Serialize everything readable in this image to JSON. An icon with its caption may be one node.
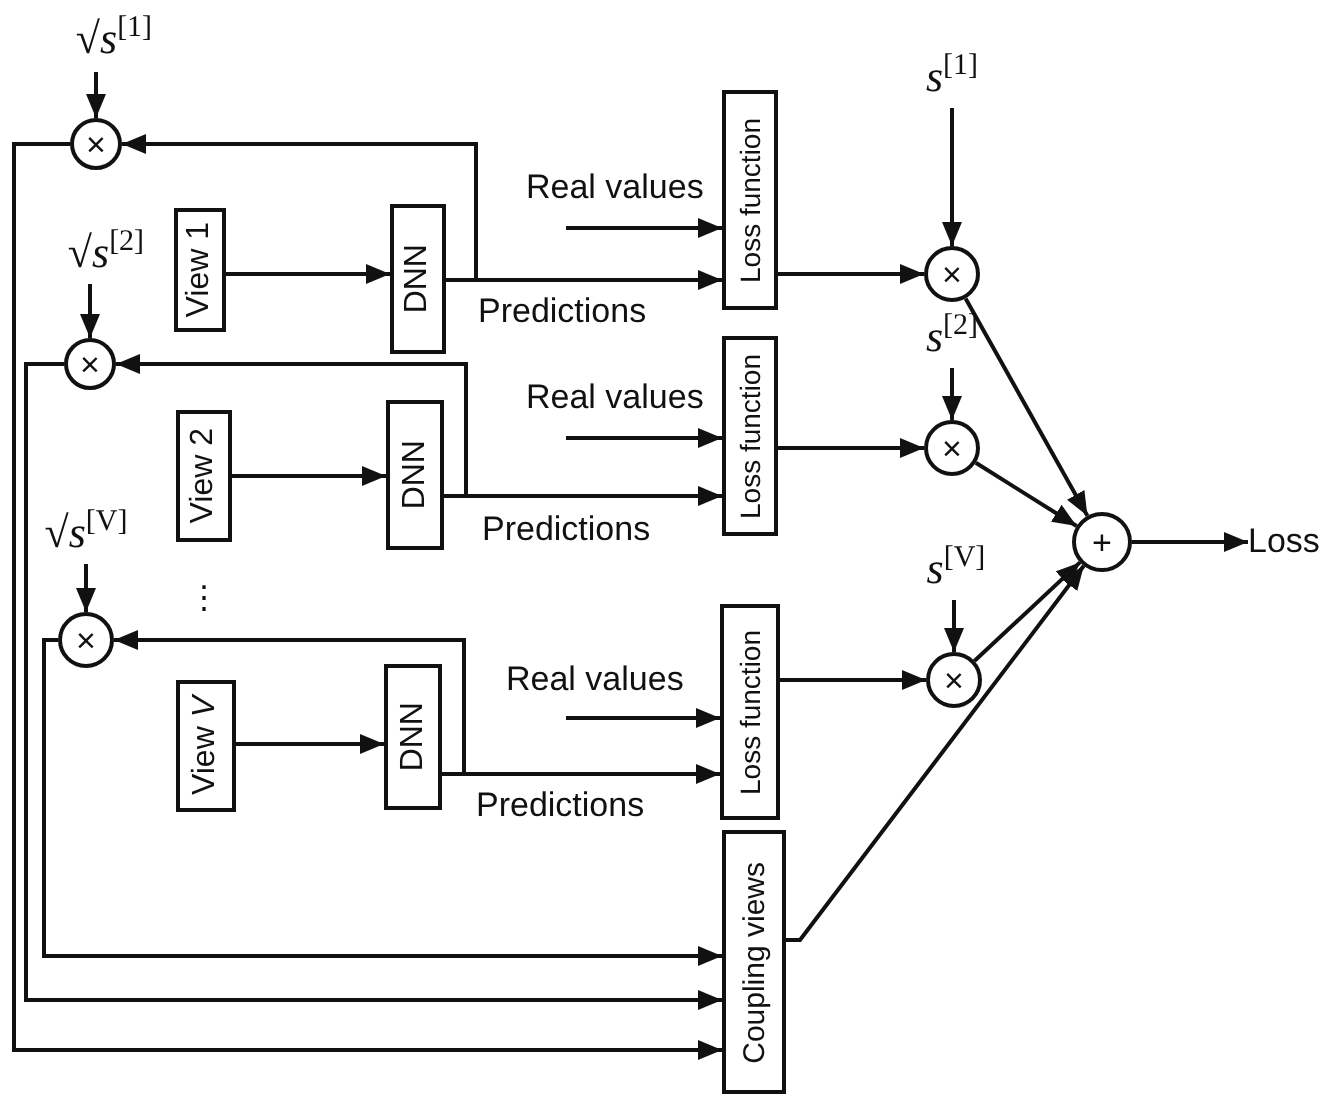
{
  "diagram": {
    "nodes": [
      {
        "text": [
          "√*s*$^{[1]}$"
        ]
      },
      {
        "text": [
          "×"
        ]
      },
      {
        "text": [
          "√*s*$^{[2]}$"
        ]
      },
      {
        "text": [
          "×"
        ]
      },
      {
        "text": [
          "View 1"
        ]
      },
      {
        "text": [
          "DNN"
        ]
      },
      {
        "text": [
          "Loss function"
        ]
      },
      {
        "text": [
          "*s*$^{[1]}$"
        ]
      },
      {
        "text": [
          "×"
        ]
      },
      {
        "text": [
          "View 2"
        ]
      },
      {
        "text": [
          "DNN"
        ]
      },
      {
        "text": [
          "Loss function"
        ]
      },
      {
        "text": [
          "*s*$^{[2]}$"
        ]
      },
      {
        "text": [
          "×"
        ]
      },
      {
        "text": [
          "√*s*$^{[V]}$"
        ]
      },
      {
        "text": [
          "×"
        ]
      },
      {
        "text": [
          "View *V*"
        ]
      },
      {
        "text": [
          "DNN"
        ]
      },
      {
        "text": [
          "Loss function"
        ]
      },
      {
        "text": [
          "*s*$^{[V]}$"
        ]
      },
      {
        "text": [
          "×"
        ]
      },
      {
        "text": [
          "+"
        ]
      },
      {
        "text": [
          "Loss"
        ]
      },
      {
        "text": [
          "Coupling views"
        ]
      }
    ],
    "edges": [
      {
        "from": 0,
        "to": 1,
        "arrow": "to"
      },
      {
        "from": 5,
        "to": 1,
        "arrow": "to"
      },
      {
        "from": 4,
        "to": 5,
        "arrow": "to"
      },
      {
        "from": 5,
        "to": 6,
        "arrow": "to",
        "label": "Predictions"
      },
      {
        "from": null,
        "to": 6,
        "arrow": "to",
        "label": "Real values"
      },
      {
        "from": 7,
        "to": 8,
        "arrow": "to"
      },
      {
        "from": 6,
        "to": 8,
        "arrow": "to"
      },
      {
        "from": 8,
        "to": 21,
        "arrow": "to"
      },
      {
        "from": 2,
        "to": 3,
        "arrow": "to"
      },
      {
        "from": 10,
        "to": 3,
        "arrow": "to"
      },
      {
        "from": 9,
        "to": 10,
        "arrow": "to"
      },
      {
        "from": 10,
        "to": 11,
        "arrow": "to",
        "label": "Predictions"
      },
      {
        "from": null,
        "to": 11,
        "arrow": "to",
        "label": "Real values"
      },
      {
        "from": 12,
        "to": 13,
        "arrow": "to"
      },
      {
        "from": 11,
        "to": 13,
        "arrow": "to"
      },
      {
        "from": 13,
        "to": 21,
        "arrow": "to"
      },
      {
        "from": 14,
        "to": 15,
        "arrow": "to"
      },
      {
        "from": 17,
        "to": 15,
        "arrow": "to"
      },
      {
        "from": 16,
        "to": 17,
        "arrow": "to"
      },
      {
        "from": 17,
        "to": 18,
        "arrow": "to",
        "label": "Predictions"
      },
      {
        "from": null,
        "to": 18,
        "arrow": "to",
        "label": "Real values"
      },
      {
        "from": 19,
        "to": 20,
        "arrow": "to"
      },
      {
        "from": 18,
        "to": 20,
        "arrow": "to"
      },
      {
        "from": 20,
        "to": 21,
        "arrow": "to"
      },
      {
        "from": 21,
        "to": 22,
        "arrow": "to"
      },
      {
        "from": 1,
        "to": 23,
        "arrow": "to"
      },
      {
        "from": 3,
        "to": 23,
        "arrow": "to"
      },
      {
        "from": 15,
        "to": 23,
        "arrow": "to"
      },
      {
        "from": 23,
        "to": 21,
        "arrow": "to"
      }
    ],
    "labels": [
      "⋮"
    ]
  }
}
